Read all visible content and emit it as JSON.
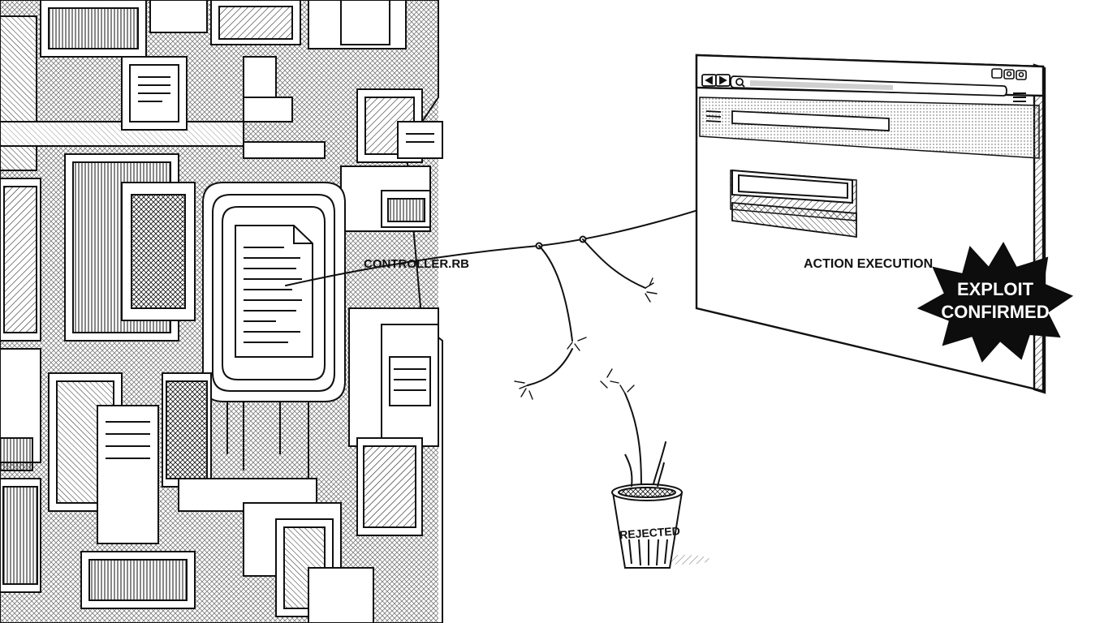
{
  "labels": {
    "file": "CONTROLLER.RB",
    "action": "ACTION EXECUTION",
    "burst_line1": "EXPLOIT",
    "burst_line2": "CONFIRMED",
    "bin": "REJECTED"
  },
  "icons": {
    "back": "back-arrow-icon",
    "forward": "forward-arrow-icon",
    "search": "search-icon",
    "menu": "hamburger-menu-icon"
  },
  "colors": {
    "ink": "#111111",
    "paper": "#ffffff",
    "burst": "#0d0d0d",
    "burst_text": "#ffffff"
  }
}
